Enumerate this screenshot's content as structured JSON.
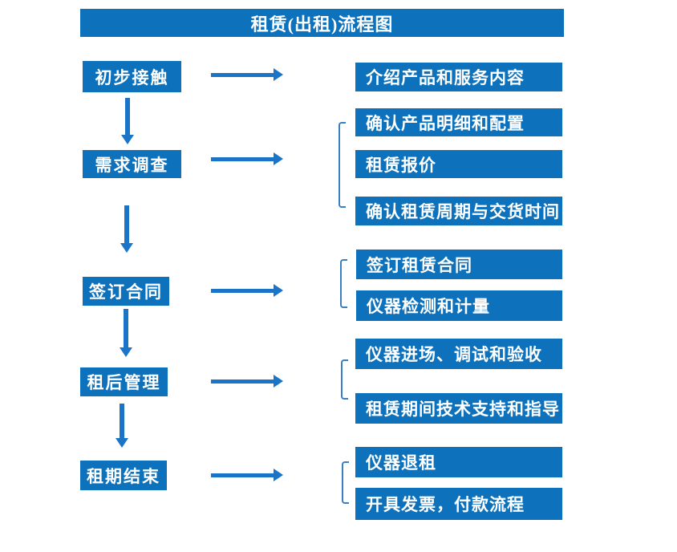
{
  "title": "租赁(出租)流程图",
  "colors": {
    "box_blue": "#0d71bc",
    "arrow_blue": "#1a75c8",
    "bracket_blue": "#3a7fc1",
    "text_white": "#ffffff",
    "background": "#ffffff"
  },
  "stages": [
    {
      "label": "初步接触",
      "outputs": [
        "介绍产品和服务内容"
      ]
    },
    {
      "label": "需求调查",
      "outputs": [
        "确认产品明细和配置",
        "租赁报价",
        "确认租赁周期与交货时间"
      ]
    },
    {
      "label": "签订合同",
      "outputs": [
        "签订租赁合同",
        "仪器检测和计量"
      ]
    },
    {
      "label": "租后管理",
      "outputs": [
        "仪器进场、调试和验收",
        "租赁期间技术支持和指导"
      ]
    },
    {
      "label": "租期结束",
      "outputs": [
        "仪器退租",
        "开具发票，付款流程"
      ]
    }
  ]
}
